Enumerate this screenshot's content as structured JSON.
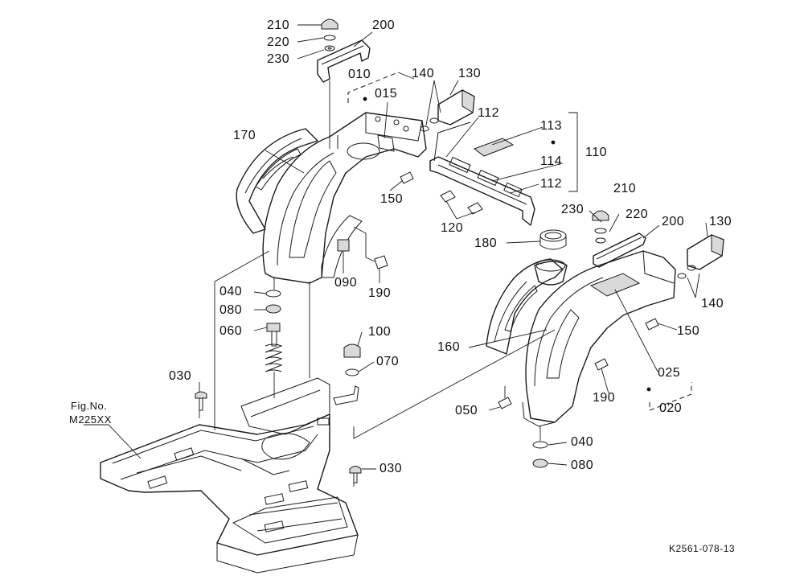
{
  "labels": {
    "p210a": "210",
    "p220a": "220",
    "p230a": "230",
    "p200a": "200",
    "p010": "010",
    "p015": "015",
    "p140a": "140",
    "p130a": "130",
    "p112a": "112",
    "p113": "113",
    "p110": "110",
    "p114": "114",
    "p112b": "112",
    "p170": "170",
    "p150a": "150",
    "p120": "120",
    "p210b": "210",
    "p230b": "230",
    "p220b": "220",
    "p200b": "200",
    "p130b": "130",
    "p180": "180",
    "p090": "090",
    "p190a": "190",
    "p040a": "040",
    "p080a": "080",
    "p140b": "140",
    "p060": "060",
    "p150b": "150",
    "p100": "100",
    "p160": "160",
    "p070": "070",
    "p025": "025",
    "p030a": "030",
    "p190b": "190",
    "p050": "050",
    "p020": "020",
    "p040b": "040",
    "p080b": "080",
    "p030b": "030"
  },
  "figref": {
    "line1": "Fig.No.",
    "line2": "M225XX"
  },
  "drawing_code": "K2561-078-13"
}
